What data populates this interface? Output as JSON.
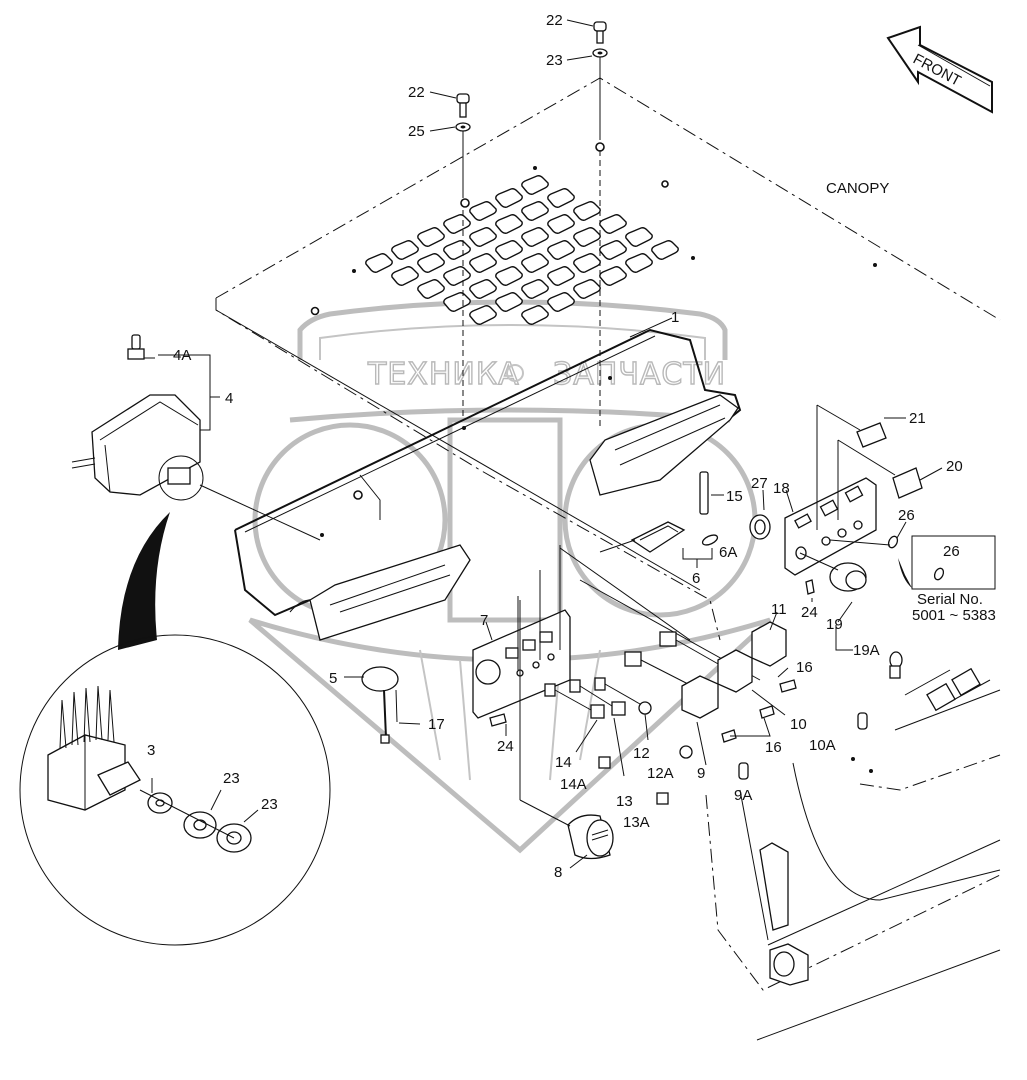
{
  "diagram": {
    "title": "Canopy electrical console - exploded parts view",
    "front_arrow_label": "FRONT",
    "canopy_label": "CANOPY",
    "watermark": {
      "left_text": "ТЕХНИКА",
      "right_text": "ЗАПЧАСТИ",
      "logo_letters": "ЗПЭ"
    },
    "serial_note": {
      "part": "26",
      "line1": "Serial No.",
      "line2": "5001 ~ 5383"
    },
    "callouts": [
      {
        "id": "c-22-top",
        "label": "22"
      },
      {
        "id": "c-23-top",
        "label": "23"
      },
      {
        "id": "c-22-left",
        "label": "22"
      },
      {
        "id": "c-25",
        "label": "25"
      },
      {
        "id": "c-1",
        "label": "1"
      },
      {
        "id": "c-4a",
        "label": "4A"
      },
      {
        "id": "c-4",
        "label": "4"
      },
      {
        "id": "c-21",
        "label": "21"
      },
      {
        "id": "c-20",
        "label": "20"
      },
      {
        "id": "c-27",
        "label": "27"
      },
      {
        "id": "c-18",
        "label": "18"
      },
      {
        "id": "c-15",
        "label": "15"
      },
      {
        "id": "c-26",
        "label": "26"
      },
      {
        "id": "c-6a",
        "label": "6A"
      },
      {
        "id": "c-6",
        "label": "6"
      },
      {
        "id": "c-24-right",
        "label": "24"
      },
      {
        "id": "c-19",
        "label": "19"
      },
      {
        "id": "c-11",
        "label": "11"
      },
      {
        "id": "c-19a",
        "label": "19A"
      },
      {
        "id": "c-7",
        "label": "7"
      },
      {
        "id": "c-16-a",
        "label": "16"
      },
      {
        "id": "c-5",
        "label": "5"
      },
      {
        "id": "c-17",
        "label": "17"
      },
      {
        "id": "c-10",
        "label": "10"
      },
      {
        "id": "c-16-b",
        "label": "16"
      },
      {
        "id": "c-24-mid",
        "label": "24"
      },
      {
        "id": "c-12",
        "label": "12"
      },
      {
        "id": "c-10a",
        "label": "10A"
      },
      {
        "id": "c-14",
        "label": "14"
      },
      {
        "id": "c-9",
        "label": "9"
      },
      {
        "id": "c-12a",
        "label": "12A"
      },
      {
        "id": "c-14a",
        "label": "14A"
      },
      {
        "id": "c-9a",
        "label": "9A"
      },
      {
        "id": "c-13",
        "label": "13"
      },
      {
        "id": "c-13a",
        "label": "13A"
      },
      {
        "id": "c-8",
        "label": "8"
      },
      {
        "id": "c-3",
        "label": "3"
      },
      {
        "id": "c-23-a",
        "label": "23"
      },
      {
        "id": "c-23-b",
        "label": "23"
      }
    ]
  }
}
